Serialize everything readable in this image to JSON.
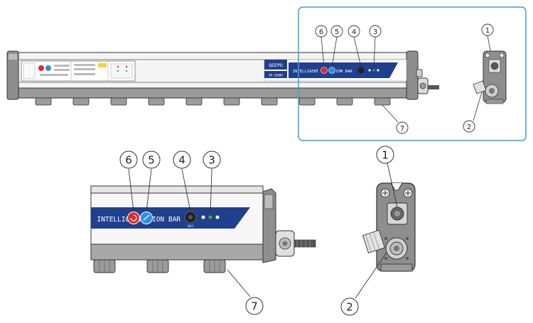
{
  "brand": "QEEPO",
  "model_code": "QP-S30BH",
  "bar_label_left": "INTELLIGENT",
  "bar_label_right": "ION BAR",
  "connector_label": "ADJ",
  "callouts": [
    "1",
    "2",
    "3",
    "4",
    "5",
    "6",
    "7"
  ],
  "colors": {
    "highlight_box": "#3aa0d0",
    "bar_stripe": "#1f3f8f",
    "red_indicator": "#e02a2a",
    "blue_indicator": "#2f8fe0",
    "green_led": "#3cb043"
  }
}
